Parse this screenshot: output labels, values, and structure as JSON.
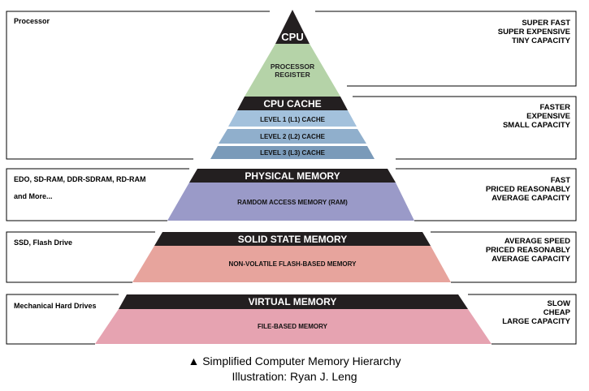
{
  "left_labels": {
    "processor": "Processor",
    "physical_line1": "EDO, SD-RAM, DDR-SDRAM, RD-RAM",
    "physical_line2": "and More...",
    "ssd": "SSD, Flash Drive",
    "virtual": "Mechanical Hard Drives"
  },
  "right_labels": {
    "cpu": [
      "SUPER FAST",
      "SUPER EXPENSIVE",
      "TINY CAPACITY"
    ],
    "cache": [
      "FASTER",
      "EXPENSIVE",
      "SMALL CAPACITY"
    ],
    "physical": [
      "FAST",
      "PRICED REASONABLY",
      "AVERAGE CAPACITY"
    ],
    "ssd": [
      "AVERAGE SPEED",
      "PRICED REASONABLY",
      "AVERAGE CAPACITY"
    ],
    "virtual": [
      "SLOW",
      "CHEAP",
      "LARGE CAPACITY"
    ]
  },
  "pyramid": {
    "cpu_header": "CPU",
    "register_line1": "PROCESSOR",
    "register_line2": "REGISTER",
    "cache_header": "CPU CACHE",
    "l1": "LEVEL 1 (L1) CACHE",
    "l2": "LEVEL 2 (L2) CACHE",
    "l3": "LEVEL 3 (L3) CACHE",
    "physical_header": "PHYSICAL MEMORY",
    "physical_body": "RAMDOM ACCESS MEMORY (RAM)",
    "ssd_header": "SOLID STATE MEMORY",
    "ssd_body": "NON-VOLATILE FLASH-BASED MEMORY",
    "virtual_header": "VIRTUAL MEMORY",
    "virtual_body": "FILE-BASED MEMORY"
  },
  "caption": {
    "line1": "▲ Simplified Computer Memory Hierarchy",
    "line2": "Illustration: Ryan J. Leng"
  },
  "colors": {
    "header_band": "#231f20",
    "register": "#b5d3a8",
    "l1": "#a3c1dc",
    "l2": "#90afcc",
    "l3": "#7a9ab9",
    "physical": "#9a9ac8",
    "ssd": "#e7a49d",
    "virtual": "#e6a3b1"
  }
}
